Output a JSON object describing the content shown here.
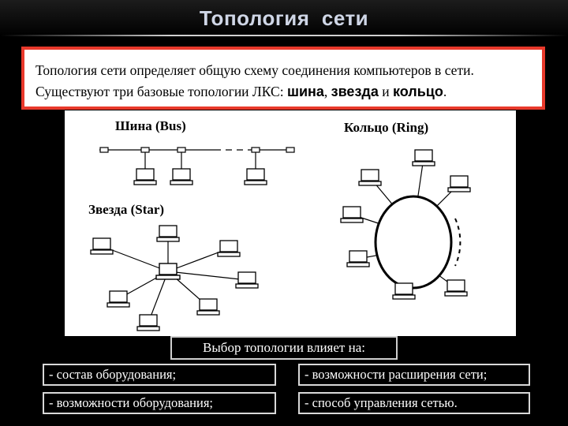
{
  "title": "Топология  сети",
  "intro": {
    "line1": "Топология сети определяет общую схему соединения компьютеров в сети.",
    "line2_prefix": "Существуют три базовые топологии ЛКС: ",
    "bus": "шина",
    "sep1": ", ",
    "star": "звезда",
    "conj": " и ",
    "ring": "кольцо",
    "end": "."
  },
  "diagram": {
    "bus_label": "Шина (Bus)",
    "ring_label": "Кольцо (Ring)",
    "star_label": "Звезда (Star)"
  },
  "affects": "Выбор топологии влияет на:",
  "items": {
    "left": [
      "- состав оборудования;",
      "- возможности оборудования;"
    ],
    "right": [
      "- возможности расширения сети;",
      "- способ управления сетью."
    ]
  },
  "colors": {
    "accent_border": "#e8392b",
    "title_text": "#cfd6e6"
  }
}
